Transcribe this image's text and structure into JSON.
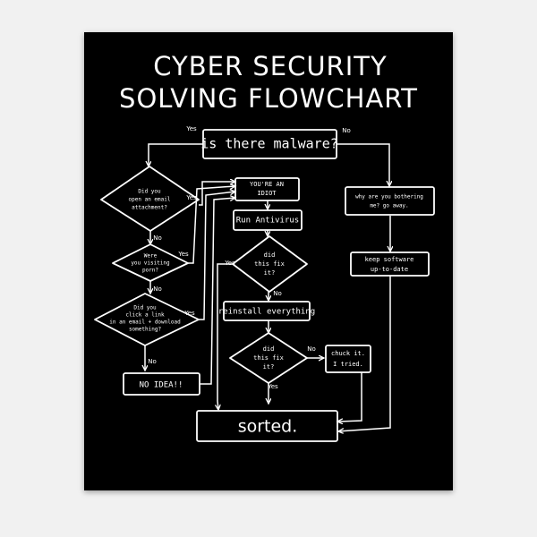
{
  "title": {
    "line1": "CYBER SECURITY",
    "line2": "SOLVING FLOWCHART"
  },
  "nodes": {
    "malware": "is there malware?",
    "email_q": [
      "Did you",
      "open an email",
      "attachment?"
    ],
    "visiting_q": [
      "Were",
      "you visiting",
      "porn?"
    ],
    "link_q": [
      "Did you",
      "click a link",
      "in an email + download",
      "something?"
    ],
    "no_idea": "NO IDEA!!",
    "idiot": [
      "YOU'RE AN",
      "IDIOT"
    ],
    "antivirus": "Run Antivirus",
    "fix1_q": [
      "did",
      "this fix",
      "it?"
    ],
    "reinstall": "reinstall everything",
    "fix2_q": [
      "did",
      "this fix",
      "it?"
    ],
    "chuck": [
      "chuck it.",
      "I tried."
    ],
    "bother": [
      "why are you bothering",
      "me? go away."
    ],
    "keep": [
      "keep software",
      "up-to-date"
    ],
    "sorted": "sorted."
  },
  "edge_labels": {
    "yes": "Yes",
    "no": "No"
  }
}
